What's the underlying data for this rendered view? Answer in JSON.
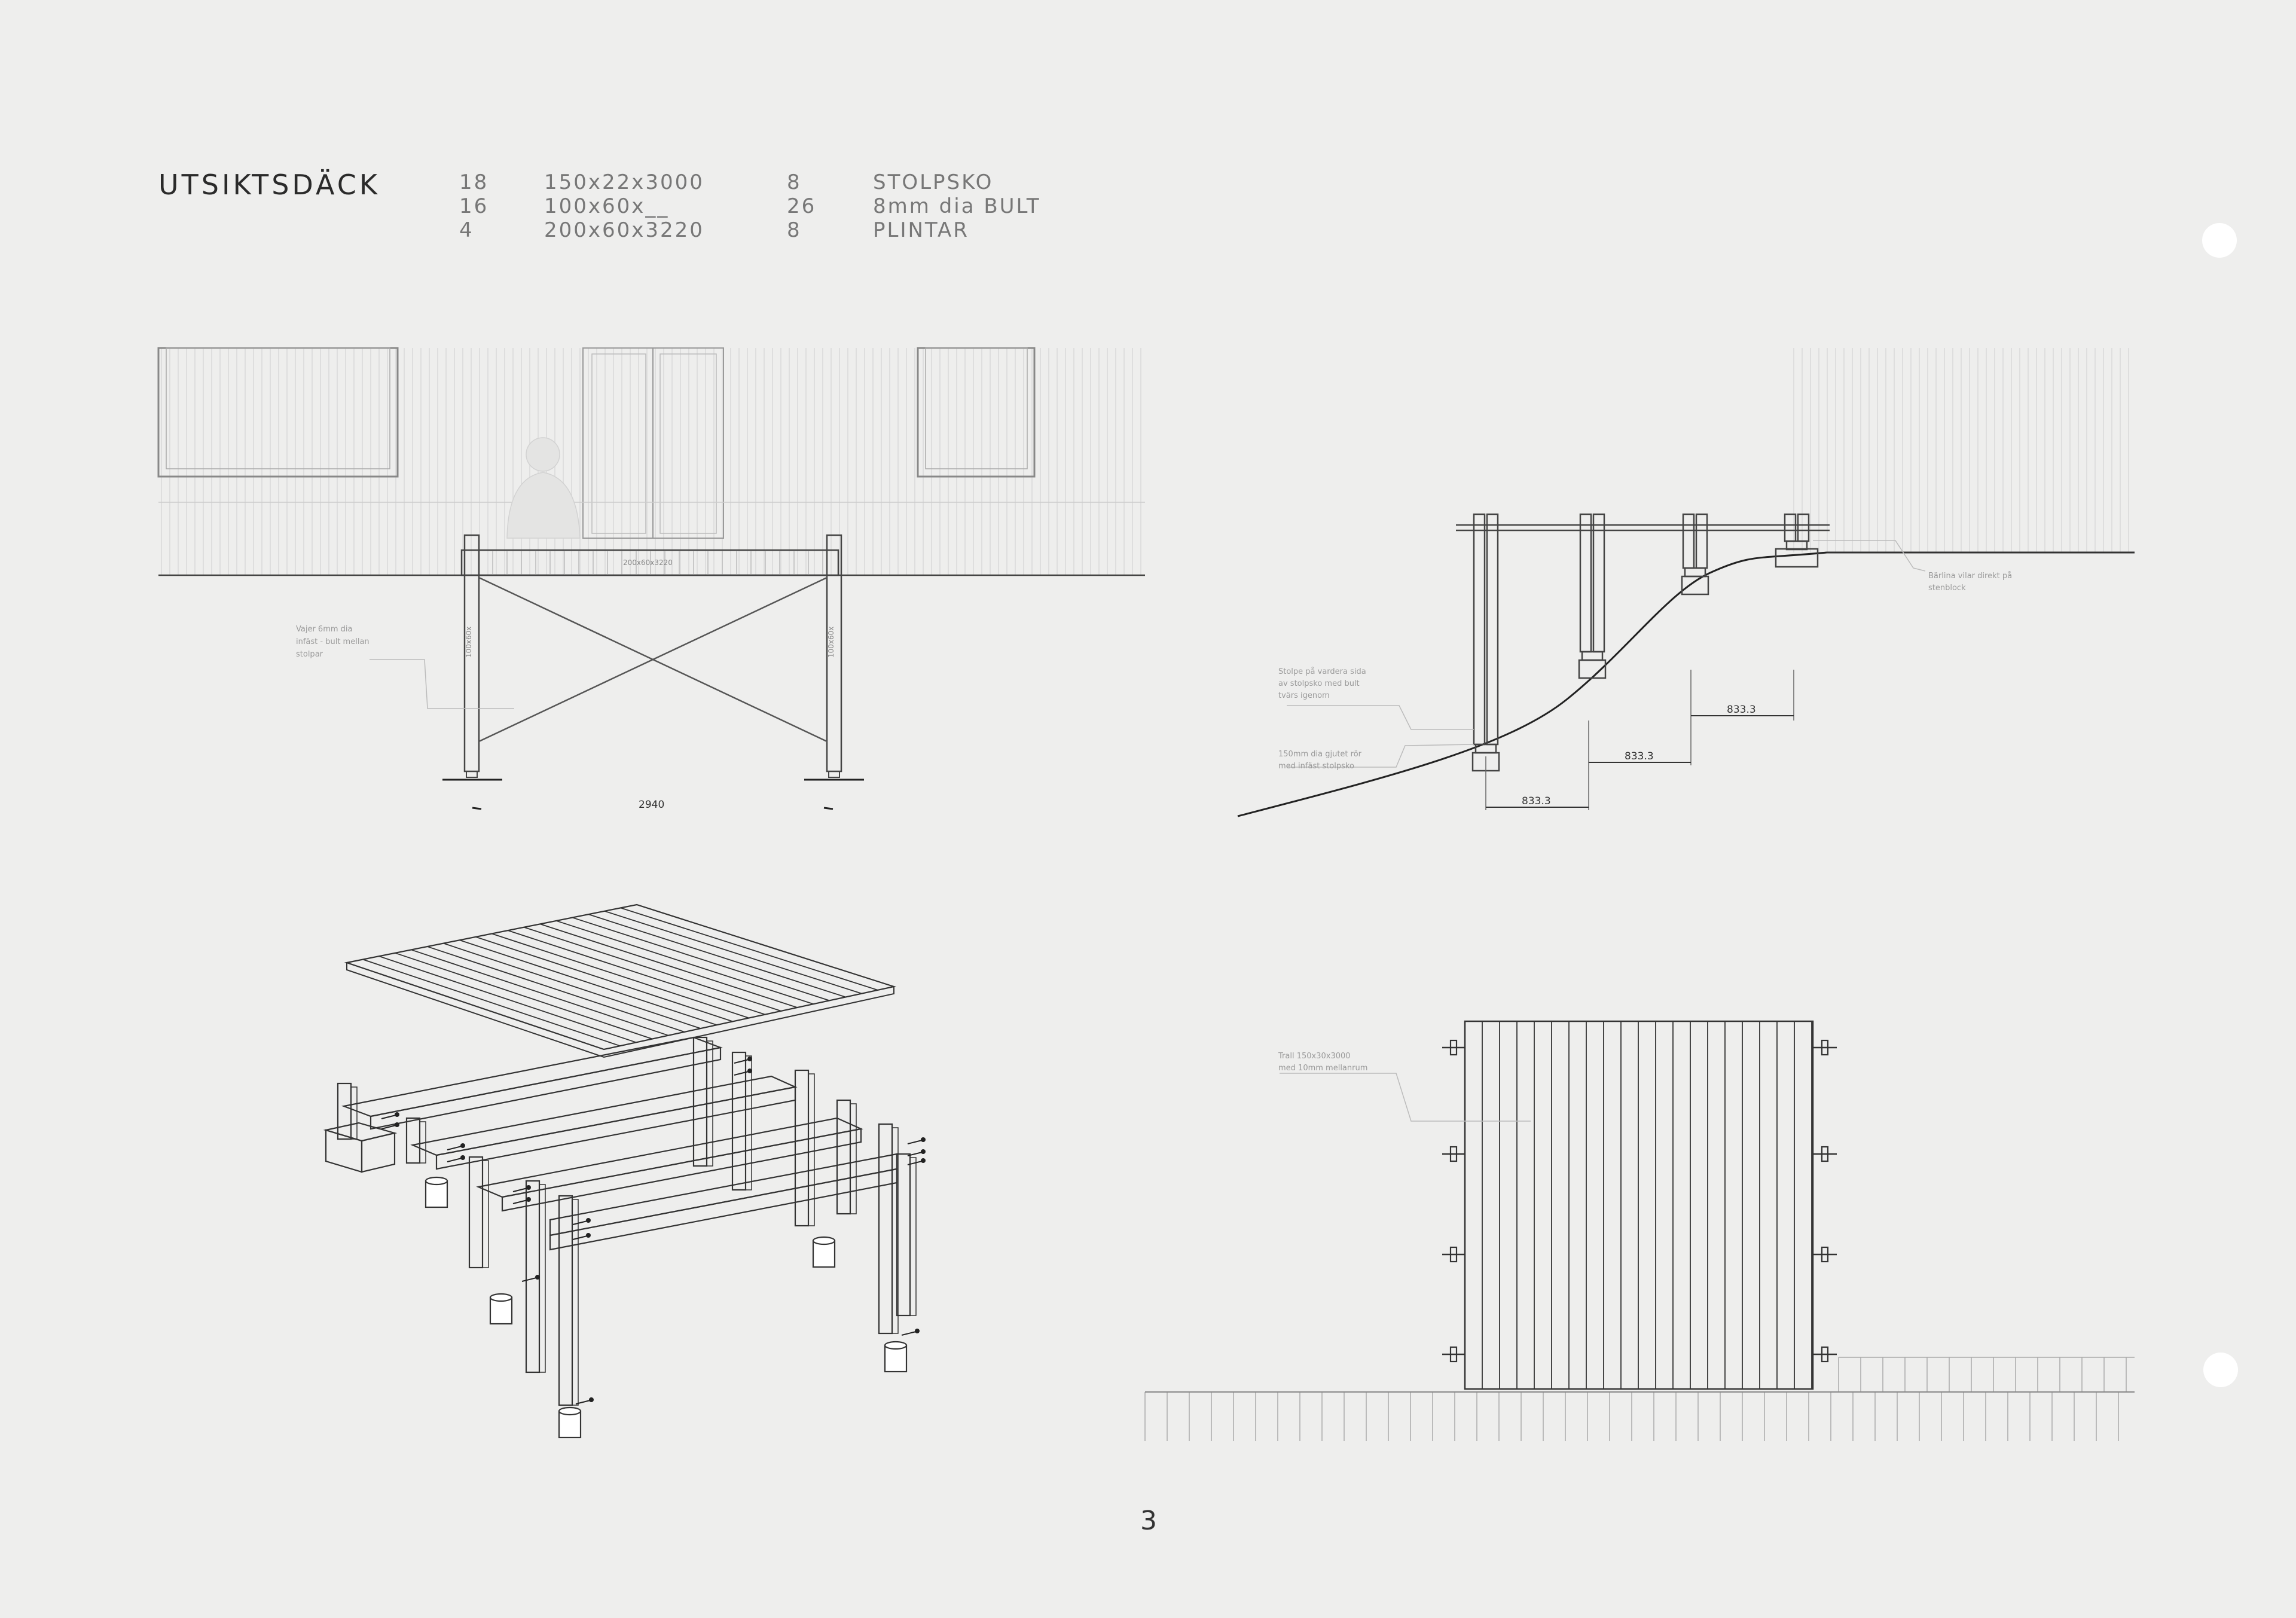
{
  "title": "UTSIKTSDÄCK",
  "materials": [
    {
      "qty": "18",
      "spec": "150x22x3000"
    },
    {
      "qty": "16",
      "spec": "100x60x__"
    },
    {
      "qty": "4",
      "spec": "200x60x3220"
    }
  ],
  "hardware": [
    {
      "qty": "8",
      "spec": "STOLPSKO"
    },
    {
      "qty": "26",
      "spec": "8mm dia BULT"
    },
    {
      "qty": "8",
      "spec": "PLINTAR"
    }
  ],
  "elevation": {
    "beam_label": "200x60x3220",
    "post_label": "100x60x",
    "note_lines": [
      "Vajer 6mm dia",
      "infäst - bult mellan",
      "stolpar"
    ],
    "width_dim": "2940"
  },
  "section": {
    "note_top_lines": [
      "Bärlina vilar direkt på",
      "stenblock"
    ],
    "note_post_lines": [
      "Stolpe på vardera sida",
      "av stolpsko med bult",
      "tvärs igenom"
    ],
    "note_footing_lines": [
      "150mm dia gjutet rör",
      "med infäst stolpsko"
    ],
    "dims": [
      "833.3",
      "833.3",
      "833.3"
    ]
  },
  "plan": {
    "note_lines": [
      "Trall 150x30x3000",
      "med 10mm mellanrum"
    ]
  },
  "page_number": "3"
}
